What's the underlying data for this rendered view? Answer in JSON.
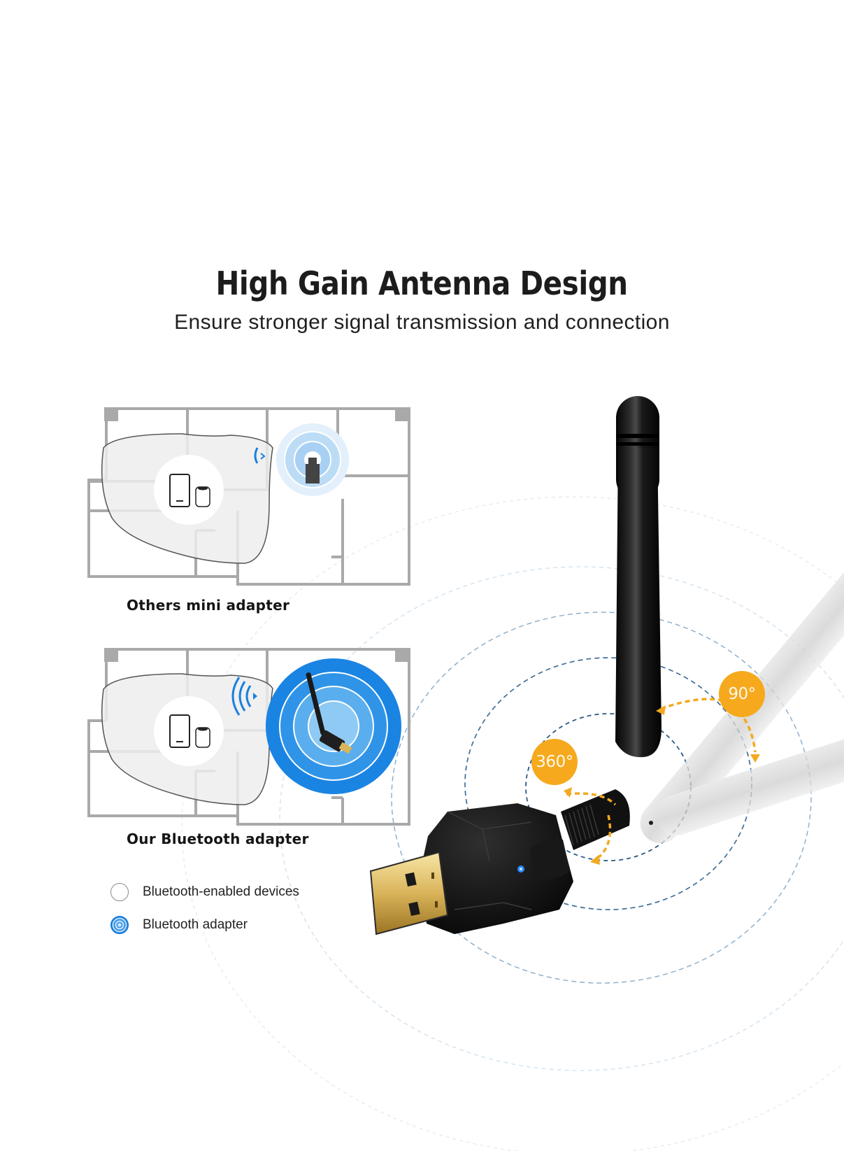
{
  "header": {
    "title": "High Gain Antenna Design",
    "subtitle": "Ensure stronger signal transmission and connection"
  },
  "comparison": {
    "panels": [
      {
        "label": "Others mini adapter",
        "variant": "weak-signal"
      },
      {
        "label": "Our Bluetooth adapter",
        "variant": "strong-signal"
      }
    ]
  },
  "legend": {
    "items": [
      {
        "label": "Bluetooth-enabled devices",
        "icon": "empty-circle-icon"
      },
      {
        "label": "Bluetooth adapter",
        "icon": "concentric-blue-circle-icon"
      }
    ]
  },
  "product": {
    "rotation_badges": [
      {
        "label": "360°",
        "meaning": "rotation"
      },
      {
        "label": "90°",
        "meaning": "tilt"
      }
    ]
  },
  "colors": {
    "accent_blue": "#1a7fe0",
    "badge_orange": "#f6a91d",
    "wall_gray": "#a8a8a8",
    "coverage_fill": "#efefef"
  }
}
